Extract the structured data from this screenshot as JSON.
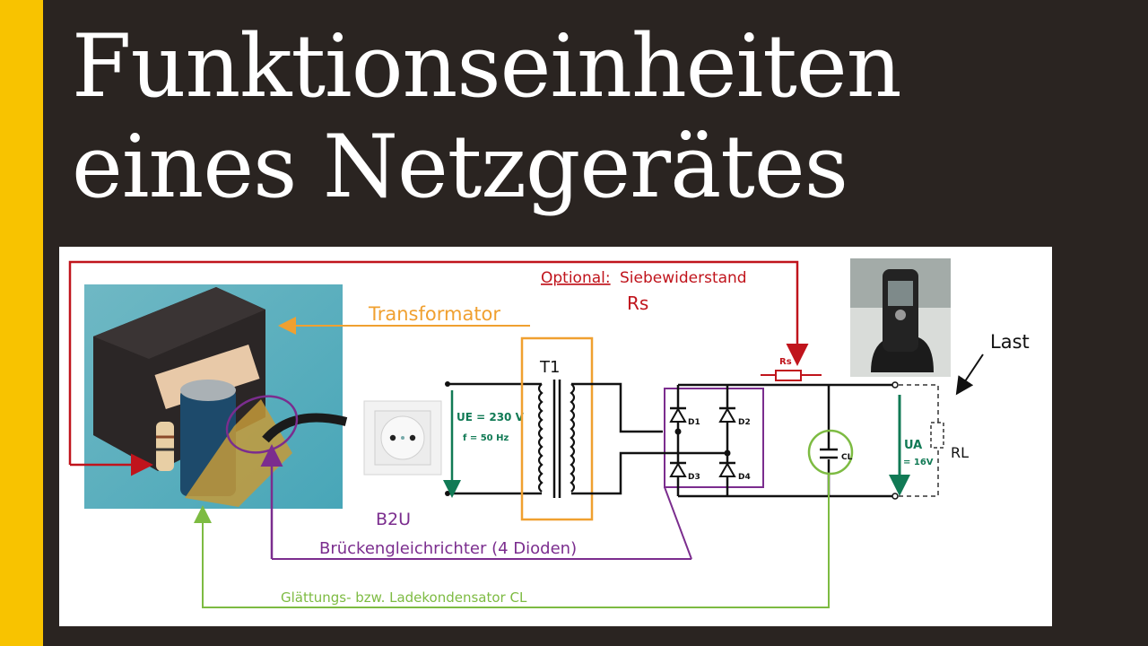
{
  "title": {
    "line1": "Funktionseinheiten",
    "line2": "eines Netzgerätes"
  },
  "colors": {
    "accent_bar": "#f8c300",
    "background": "#2a2421",
    "title_text": "#ffffff",
    "panel": "#ffffff",
    "optional_red": "#c0141c",
    "transformer_orange": "#f0a030",
    "rectifier_purple": "#7b2d8e",
    "capacitor_green": "#7dbb42",
    "voltage_teal": "#117a55",
    "wire_black": "#111111"
  },
  "annotations": {
    "optional_label": "Optional:",
    "optional_text": "Siebewiderstand",
    "optional_symbol": "Rs",
    "transformer": "Transformator",
    "transformer_id": "T1",
    "rectifier_short": "B2U",
    "rectifier_long": "Brückengleichrichter (4 Dioden)",
    "capacitor_long": "Glättungs- bzw. Ladekondensator CL",
    "load": "Last",
    "load_resistor": "RL",
    "series_resistor": "Rs",
    "capacitor": "CL"
  },
  "input": {
    "voltage": "UE = 230 V",
    "frequency": "f = 50 Hz"
  },
  "output": {
    "voltage_symbol": "UA",
    "voltage_value": "= 16V"
  },
  "diodes": [
    "D1",
    "D2",
    "D3",
    "D4"
  ],
  "images": {
    "power_supply_photo": "power-supply-photo",
    "socket_photo": "wall-socket-photo",
    "phone_photo": "cordless-phone-photo"
  }
}
